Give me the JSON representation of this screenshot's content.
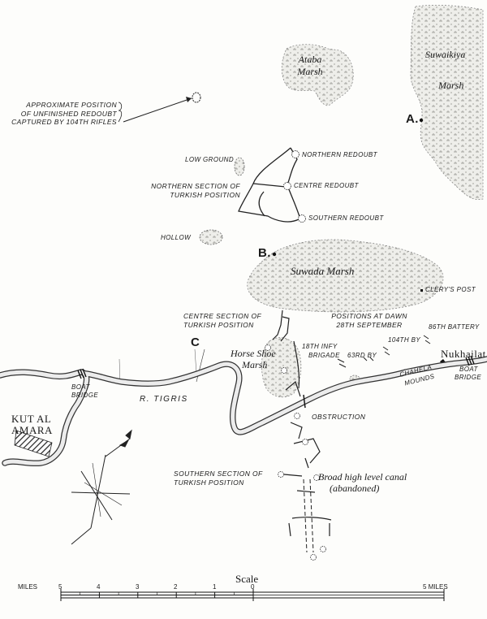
{
  "letters": {
    "a": "A.",
    "b": "B.",
    "c": "C"
  },
  "marshes": {
    "ataba_1": "Ataba",
    "ataba_2": "Marsh",
    "suwaikiya_1": "Suwaikiya",
    "suwaikiya_2": "Marsh",
    "suwada": "Suwada Marsh",
    "horse_shoe_1": "Horse Shoe",
    "horse_shoe_2": "Marsh"
  },
  "labels": {
    "unfinished_1": "APPROXIMATE POSITION",
    "unfinished_2": "OF UNFINISHED REDOUBT",
    "unfinished_3": "CAPTURED BY 104TH RIFLES",
    "northern_redoubt": "NORTHERN REDOUBT",
    "centre_redoubt": "CENTRE REDOUBT",
    "southern_redoubt": "SOUTHERN REDOUBT",
    "low_ground": "LOW GROUND",
    "hollow": "HOLLOW",
    "northern_section_1": "NORTHERN SECTION OF",
    "northern_section_2": "TURKISH POSITION",
    "clerys_post": "CLERY'S POST",
    "centre_section_1": "CENTRE SECTION OF",
    "centre_section_2": "TURKISH POSITION",
    "positions_1": "POSITIONS AT DAWN",
    "positions_2": "28TH SEPTEMBER",
    "battery_86": "86TH BATTERY",
    "battery_104": "104TH BY",
    "infantry_1": "18TH INFY",
    "infantry_2": "BRIGADE",
    "battery_63": "63RD BY",
    "nukhailat": "Nukhailat",
    "chahela_1": "CHAHELA",
    "chahela_2": "MOUNDS",
    "boat_bridge_left_1": "BOAT",
    "boat_bridge_left_2": "BRIDGE",
    "boat_bridge_right_1": "BOAT",
    "boat_bridge_right_2": "BRIDGE",
    "river": "R. TIGRIS",
    "kut_1": "KUT AL",
    "kut_2": "AMARA",
    "obstruction": "OBSTRUCTION",
    "southern_section_1": "SOUTHERN SECTION OF",
    "southern_section_2": "TURKISH POSITION",
    "canal_1": "Broad high level canal",
    "canal_2": "(abandoned)"
  },
  "scale": {
    "title": "Scale",
    "left_unit": "MILES",
    "right_unit": "5 MILES",
    "ticks": [
      "5",
      "4",
      "3",
      "2",
      "1",
      "0"
    ]
  }
}
